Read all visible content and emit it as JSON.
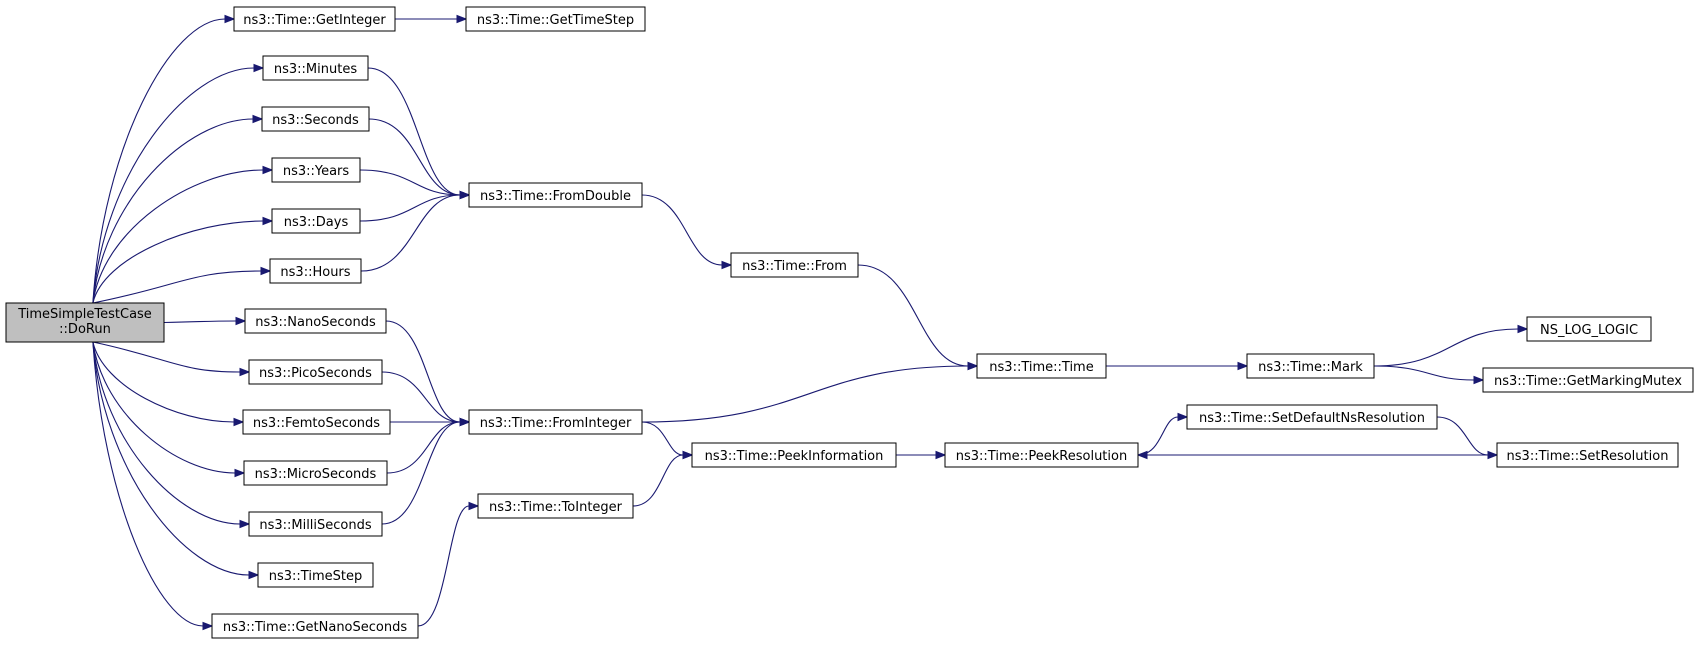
{
  "graph": {
    "nodes": {
      "root": [
        "TimeSimpleTestCase",
        "::DoRun"
      ],
      "getinteger": "ns3::Time::GetInteger",
      "gettimestep": "ns3::Time::GetTimeStep",
      "minutes": "ns3::Minutes",
      "seconds": "ns3::Seconds",
      "years": "ns3::Years",
      "days": "ns3::Days",
      "hours": "ns3::Hours",
      "fromdouble": "ns3::Time::FromDouble",
      "from": "ns3::Time::From",
      "nanoseconds": "ns3::NanoSeconds",
      "picoseconds": "ns3::PicoSeconds",
      "femtoseconds": "ns3::FemtoSeconds",
      "microseconds": "ns3::MicroSeconds",
      "milliseconds": "ns3::MilliSeconds",
      "timestep": "ns3::TimeStep",
      "getnanoseconds": "ns3::Time::GetNanoSeconds",
      "frominteger": "ns3::Time::FromInteger",
      "tointeger": "ns3::Time::ToInteger",
      "peekinformation": "ns3::Time::PeekInformation",
      "time": "ns3::Time::Time",
      "mark": "ns3::Time::Mark",
      "nslog": "NS_LOG_LOGIC",
      "getmarkingmutex": "ns3::Time::GetMarkingMutex",
      "setdefaultns": "ns3::Time::SetDefaultNsResolution",
      "peekresolution": "ns3::Time::PeekResolution",
      "setresolution": "ns3::Time::SetResolution"
    },
    "edges": [
      [
        "root",
        "getinteger"
      ],
      [
        "root",
        "minutes"
      ],
      [
        "root",
        "seconds"
      ],
      [
        "root",
        "years"
      ],
      [
        "root",
        "days"
      ],
      [
        "root",
        "hours"
      ],
      [
        "root",
        "nanoseconds"
      ],
      [
        "root",
        "picoseconds"
      ],
      [
        "root",
        "femtoseconds"
      ],
      [
        "root",
        "microseconds"
      ],
      [
        "root",
        "milliseconds"
      ],
      [
        "root",
        "timestep"
      ],
      [
        "root",
        "getnanoseconds"
      ],
      [
        "getinteger",
        "gettimestep"
      ],
      [
        "minutes",
        "fromdouble"
      ],
      [
        "seconds",
        "fromdouble"
      ],
      [
        "years",
        "fromdouble"
      ],
      [
        "days",
        "fromdouble"
      ],
      [
        "hours",
        "fromdouble"
      ],
      [
        "fromdouble",
        "from"
      ],
      [
        "from",
        "time"
      ],
      [
        "nanoseconds",
        "frominteger"
      ],
      [
        "picoseconds",
        "frominteger"
      ],
      [
        "femtoseconds",
        "frominteger"
      ],
      [
        "microseconds",
        "frominteger"
      ],
      [
        "milliseconds",
        "frominteger"
      ],
      [
        "frominteger",
        "time"
      ],
      [
        "frominteger",
        "peekinformation"
      ],
      [
        "getnanoseconds",
        "tointeger"
      ],
      [
        "tointeger",
        "peekinformation"
      ],
      [
        "peekinformation",
        "peekresolution"
      ],
      [
        "time",
        "mark"
      ],
      [
        "mark",
        "nslog"
      ],
      [
        "mark",
        "getmarkingmutex"
      ],
      [
        "peekresolution",
        "setdefaultns"
      ],
      [
        "setdefaultns",
        "setresolution"
      ],
      [
        "setresolution",
        "peekresolution"
      ]
    ]
  }
}
